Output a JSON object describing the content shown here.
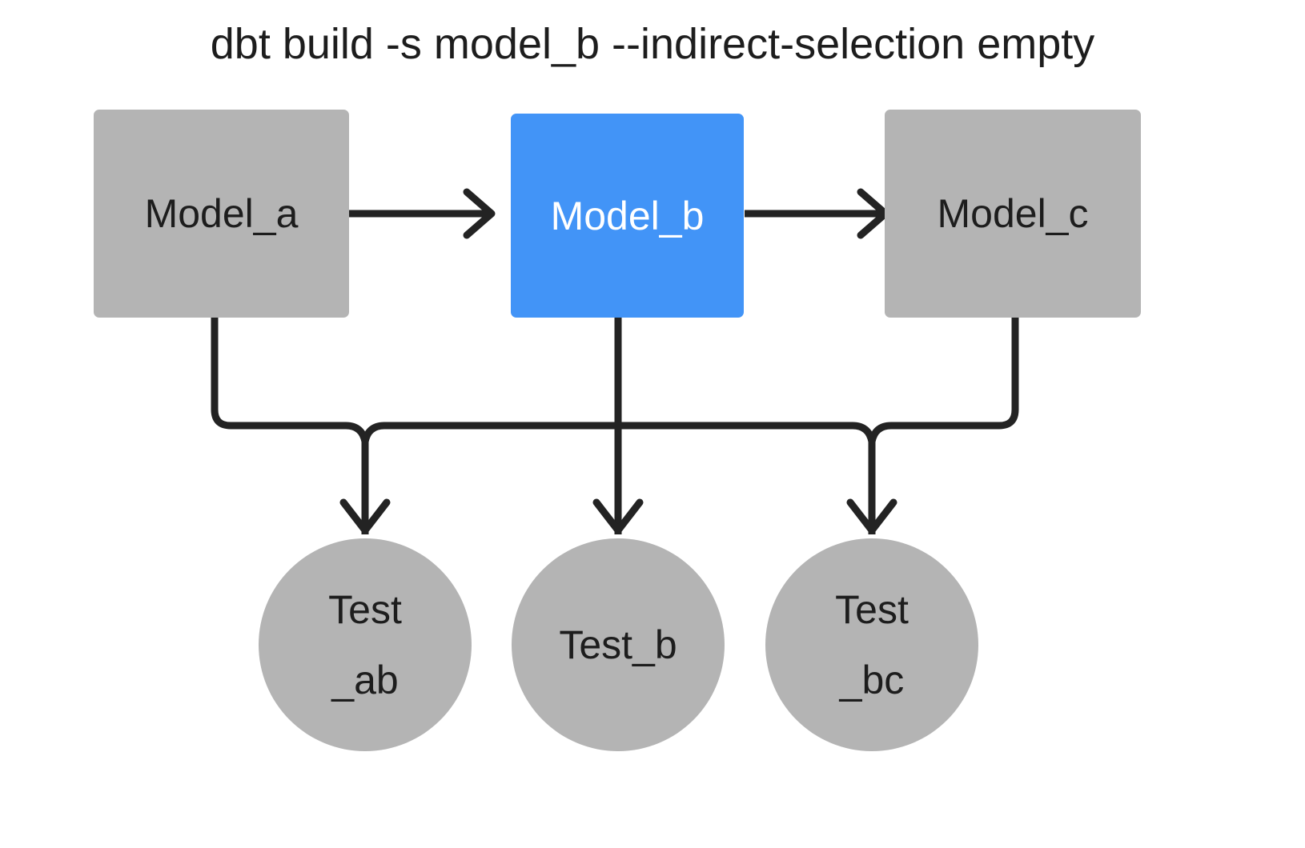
{
  "diagram": {
    "title": "dbt build -s model_b --indirect-selection empty",
    "background_color": "#ffffff",
    "edge_color": "#232323",
    "colors": {
      "node_gray": "#b4b4b4",
      "node_selected_blue": "#4294f7",
      "text_dark": "#1d1d1d",
      "text_light": "#ffffff"
    },
    "models": [
      {
        "id": "model_a",
        "label": "Model_a",
        "shape": "rectangle",
        "state": "unselected",
        "fill": "#b4b4b4",
        "text_color": "#1d1d1d"
      },
      {
        "id": "model_b",
        "label": "Model_b",
        "shape": "rectangle",
        "state": "selected",
        "fill": "#4294f7",
        "text_color": "#ffffff"
      },
      {
        "id": "model_c",
        "label": "Model_c",
        "shape": "rectangle",
        "state": "unselected",
        "fill": "#b4b4b4",
        "text_color": "#1d1d1d"
      }
    ],
    "tests": [
      {
        "id": "test_ab",
        "label_line1": "Test",
        "label_line2": "_ab",
        "shape": "circle",
        "state": "unselected",
        "fill": "#b4b4b4",
        "text_color": "#1d1d1d"
      },
      {
        "id": "test_b",
        "label_line1": "Test_b",
        "label_line2": "",
        "shape": "circle",
        "state": "unselected",
        "fill": "#b4b4b4",
        "text_color": "#1d1d1d"
      },
      {
        "id": "test_bc",
        "label_line1": "Test",
        "label_line2": "_bc",
        "shape": "circle",
        "state": "unselected",
        "fill": "#b4b4b4",
        "text_color": "#1d1d1d"
      }
    ],
    "edges": [
      {
        "id": "model_a-to-model_b",
        "from": "model_a",
        "to": "model_b",
        "style": "arrow-right"
      },
      {
        "id": "model_b-to-model_c",
        "from": "model_b",
        "to": "model_c",
        "style": "arrow-right"
      },
      {
        "id": "model_a-to-test_ab",
        "from": "model_a",
        "to": "test_ab",
        "style": "elbow-down"
      },
      {
        "id": "model_b-to-test_ab",
        "from": "model_b",
        "to": "test_ab",
        "style": "elbow-down"
      },
      {
        "id": "model_b-to-test_b",
        "from": "model_b",
        "to": "test_b",
        "style": "straight-down"
      },
      {
        "id": "model_b-to-test_bc",
        "from": "model_b",
        "to": "test_bc",
        "style": "elbow-down"
      },
      {
        "id": "model_c-to-test_bc",
        "from": "model_c",
        "to": "test_bc",
        "style": "elbow-down"
      }
    ]
  }
}
